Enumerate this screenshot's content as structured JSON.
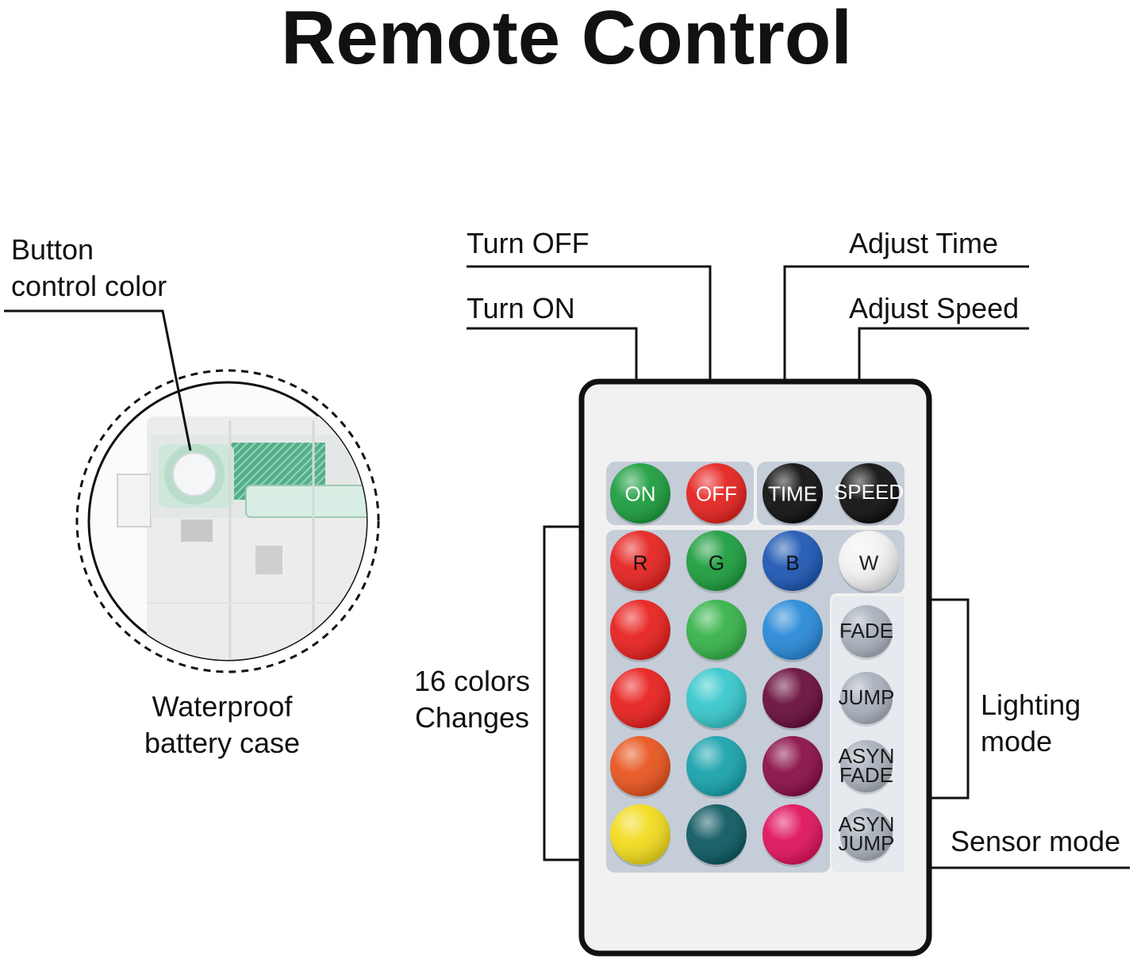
{
  "title": "Remote Control",
  "battery_case": {
    "button_label_line1": "Button",
    "button_label_line2": "control color",
    "caption_line1": "Waterproof",
    "caption_line2": "battery case"
  },
  "callouts": {
    "turn_off": "Turn OFF",
    "turn_on": "Turn ON",
    "adjust_time": "Adjust Time",
    "adjust_speed": "Adjust Speed",
    "colors_line1": "16 colors",
    "colors_line2": "Changes",
    "lighting_line1": "Lighting",
    "lighting_line2": "mode",
    "sensor_mode": "Sensor mode"
  },
  "remote": {
    "top_buttons": [
      {
        "label": "ON",
        "color": "#1e9e3f"
      },
      {
        "label": "OFF",
        "color": "#e52421"
      },
      {
        "label": "TIME",
        "color": "#111111"
      },
      {
        "label": "SPEED",
        "color": "#111111"
      }
    ],
    "rgbw_buttons": [
      {
        "label": "R",
        "color": "#e52421"
      },
      {
        "label": "G",
        "color": "#1e9e3f"
      },
      {
        "label": "B",
        "color": "#1f58b4"
      },
      {
        "label": "W",
        "color": "#f2f2f2"
      }
    ],
    "color_rows": [
      [
        "#e8221f",
        "#37b34a",
        "#2a8ad8"
      ],
      [
        "#e8221f",
        "#38c8cc",
        "#6a0f3c"
      ],
      [
        "#e8551f",
        "#1aa3ad",
        "#8a1047"
      ],
      [
        "#f2dc1e",
        "#0f5a62",
        "#e0145e"
      ]
    ],
    "mode_buttons": [
      {
        "line1": "FADE",
        "line2": ""
      },
      {
        "line1": "JUMP",
        "line2": ""
      },
      {
        "line1": "ASYN",
        "line2": "FADE"
      },
      {
        "line1": "ASYN",
        "line2": "JUMP"
      }
    ]
  }
}
